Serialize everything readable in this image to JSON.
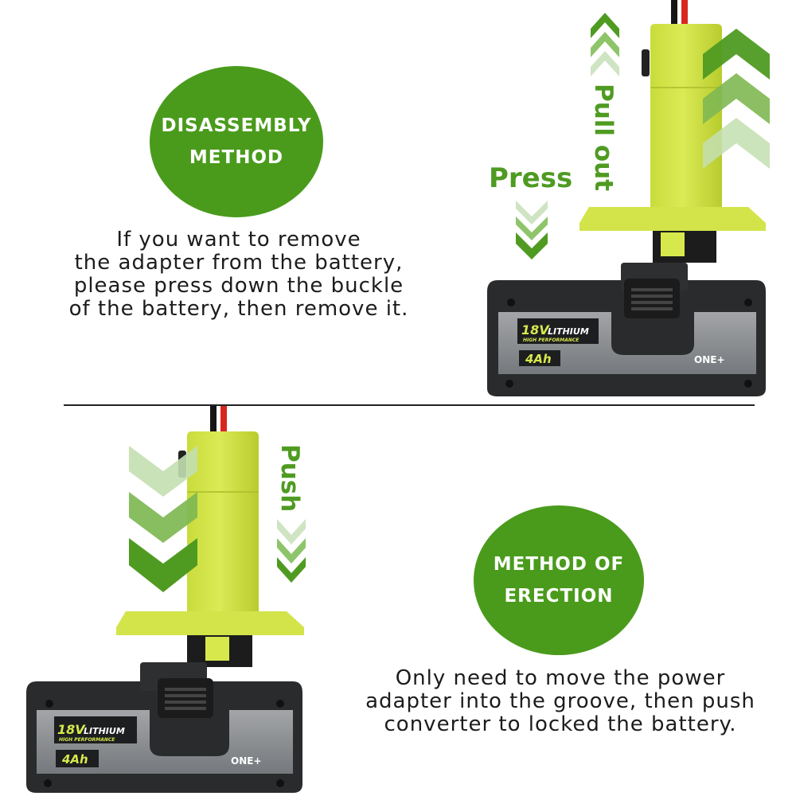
{
  "colors": {
    "badge_green": "#4a9b1c",
    "arrow_green": "#4f9b22",
    "adapter_yellow": "#d4e54a",
    "battery_dark": "#2a2b2d",
    "battery_gray": "#8b8d90",
    "divider": "#222222",
    "text": "#1c1c1c"
  },
  "disassembly": {
    "badge_line1": "DISASSEMBLY",
    "badge_line2": "METHOD",
    "desc_lines": [
      "If you want to remove",
      "the adapter from the battery,",
      "please press down the buckle",
      "of the battery, then remove it."
    ],
    "press_label": "Press",
    "pull_label": "Pull out"
  },
  "erection": {
    "badge_line1": "METHOD OF",
    "badge_line2": "ERECTION",
    "desc_lines": [
      "Only need to move the power",
      "adapter into the groove, then push",
      "converter to locked the battery."
    ],
    "push_label": "Push"
  },
  "battery": {
    "voltage": "18V",
    "chem": "LITHIUM",
    "perf": "HIGH PERFORMANCE",
    "capacity": "4Ah",
    "brand": "ONE+"
  }
}
